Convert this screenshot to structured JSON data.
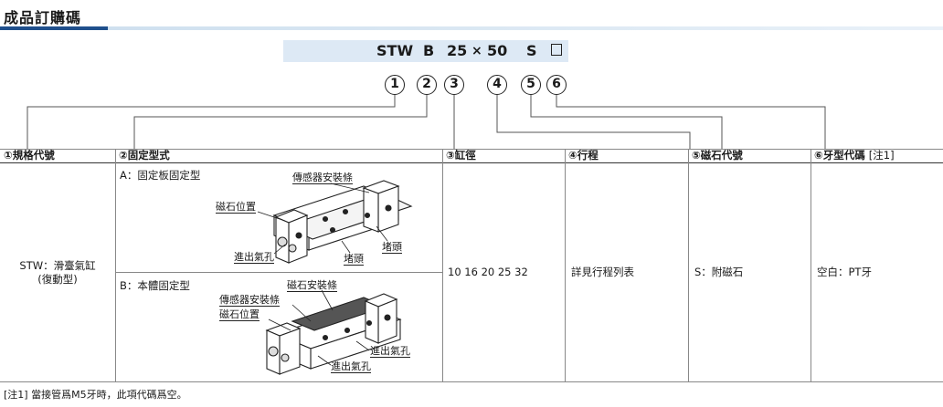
{
  "section_title": "成品訂購碼",
  "order_code": {
    "parts": [
      "STW",
      "B",
      "25",
      "×",
      "50",
      "S"
    ],
    "box_icon": "empty-square"
  },
  "callouts": [
    "1",
    "2",
    "3",
    "4",
    "5",
    "6"
  ],
  "headers": [
    {
      "label": "①規格代號"
    },
    {
      "label": "②固定型式"
    },
    {
      "label": "③缸徑"
    },
    {
      "label": "④行程"
    },
    {
      "label": "⑤磁石代號"
    },
    {
      "label": "⑥牙型代碼",
      "note": "[注1]"
    }
  ],
  "spec": {
    "line1": "STW：滑臺氣缸",
    "line2": "(復動型)"
  },
  "mount_a": {
    "label": "A：固定板固定型",
    "sensor_rail": "傳感器安裝條",
    "magnet_pos": "磁石位置",
    "inlet": "進出氣孔",
    "head_lower": "堵頭",
    "head_right": "堵頭"
  },
  "mount_b": {
    "label": "B：本體固定型",
    "magnet_rail": "磁石安裝條",
    "sensor_rail": "傳感器安裝條",
    "magnet_pos": "磁石位置",
    "inlet_right": "進出氣孔",
    "inlet_lower": "進出氣孔"
  },
  "bore": "10 16 20 25 32",
  "stroke": "詳見行程列表",
  "magnet": "S：附磁石",
  "thread": "空白：PT牙",
  "footnote": "[注1] 當接管爲M5牙時，此項代碼爲空。",
  "colors": {
    "accent": "#1f4f8c",
    "code_bg": "#dde9f5",
    "line": "#555555"
  }
}
